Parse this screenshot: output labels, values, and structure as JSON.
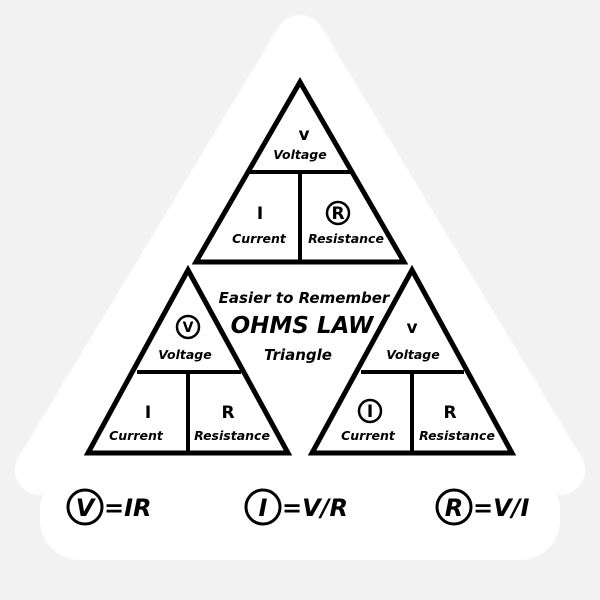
{
  "center": {
    "line1": "Easier to Remember",
    "line2": "OHMS LAW",
    "line3": "Triangle"
  },
  "top_triangle": {
    "v_symbol": "v",
    "v_label": "Voltage",
    "i_symbol": "I",
    "i_label": "Current",
    "r_symbol": "R",
    "r_label": "Resistance",
    "circled": "R"
  },
  "left_triangle": {
    "v_symbol": "v",
    "v_label": "Voltage",
    "i_symbol": "I",
    "i_label": "Current",
    "r_symbol": "R",
    "r_label": "Resistance",
    "circled": "V"
  },
  "right_triangle": {
    "v_symbol": "v",
    "v_label": "Voltage",
    "i_symbol": "I",
    "i_label": "Current",
    "r_symbol": "R",
    "r_label": "Resistance",
    "circled": "I"
  },
  "formulas": [
    {
      "circled": "V",
      "rest": "=IR"
    },
    {
      "circled": "I",
      "rest": "=V/R"
    },
    {
      "circled": "R",
      "rest": "=V/I"
    }
  ]
}
